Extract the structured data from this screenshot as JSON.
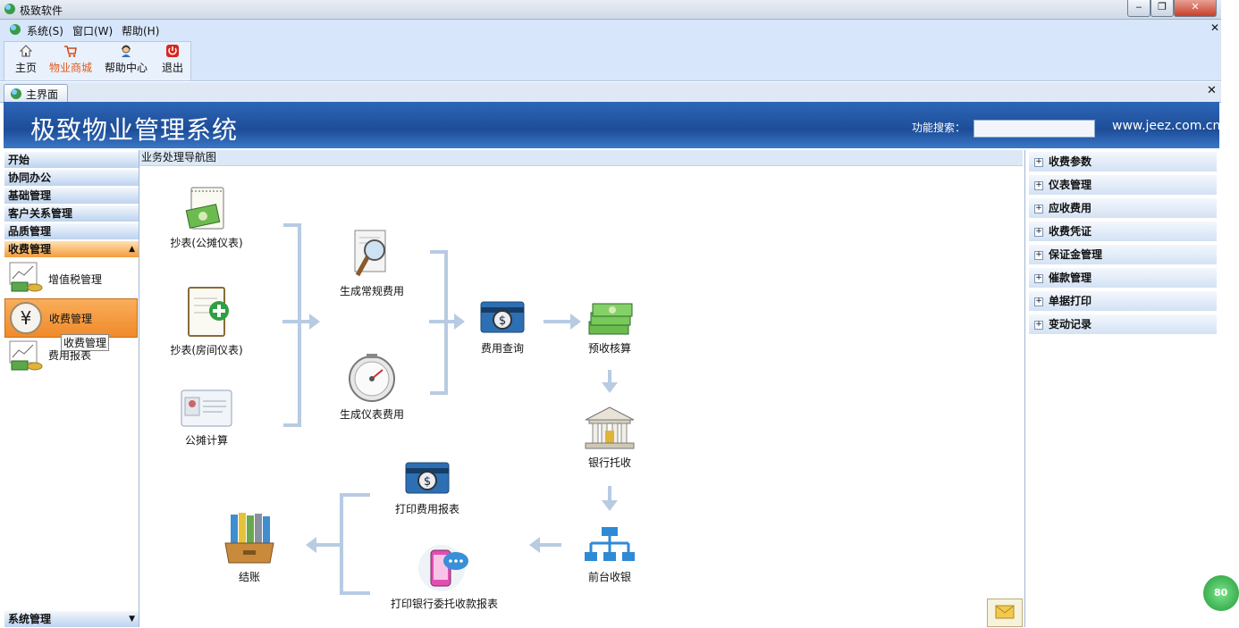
{
  "window": {
    "title": "极致软件",
    "min": "‒",
    "max": "❐",
    "close": "✕"
  },
  "menubar": [
    "系统(S)",
    "窗口(W)",
    "帮助(H)"
  ],
  "toolbar": [
    {
      "label": "主页",
      "icon": "home-icon",
      "active": false
    },
    {
      "label": "物业商城",
      "icon": "cart-icon",
      "active": true
    },
    {
      "label": "帮助中心",
      "icon": "support-agent-icon",
      "active": false
    },
    {
      "label": "退出",
      "icon": "power-icon",
      "active": false
    }
  ],
  "tab": {
    "label": "主界面",
    "close": "✕"
  },
  "banner": {
    "title": "极致物业管理系统",
    "search_label": "功能搜索：",
    "search_value": "",
    "url": "www.jeez.com.cn"
  },
  "leftnav": {
    "categories": [
      "开始",
      "协同办公",
      "基础管理",
      "客户关系管理",
      "品质管理"
    ],
    "active_category": "收费管理",
    "items": [
      {
        "label": "增值税管理",
        "icon": "chart-money-icon"
      },
      {
        "label": "收费管理",
        "icon": "yen-icon"
      },
      {
        "label": "费用报表",
        "icon": "chart-money-icon"
      }
    ],
    "tooltip": "收费管理",
    "bottom_category": "系统管理"
  },
  "main": {
    "header": "业务处理导航图",
    "nodes": {
      "meter_public": "抄表(公摊仪表)",
      "meter_room": "抄表(房间仪表)",
      "share_calc": "公摊计算",
      "gen_regular": "生成常规费用",
      "gen_meter": "生成仪表费用",
      "fee_query": "费用查询",
      "prepay_check": "预收核算",
      "bank_collect": "银行托收",
      "front_cash": "前台收银",
      "print_fee": "打印费用报表",
      "print_bank": "打印银行委托收款报表",
      "close_account": "结账"
    }
  },
  "rightnav": [
    "收费参数",
    "仪表管理",
    "应收费用",
    "收费凭证",
    "保证金管理",
    "催款管理",
    "单据打印",
    "变动记录"
  ],
  "badge": "80",
  "colors": {
    "banner": "#1d4d98",
    "accent_orange": "#f08a2a",
    "nav_blue": "#bcd3ef"
  }
}
